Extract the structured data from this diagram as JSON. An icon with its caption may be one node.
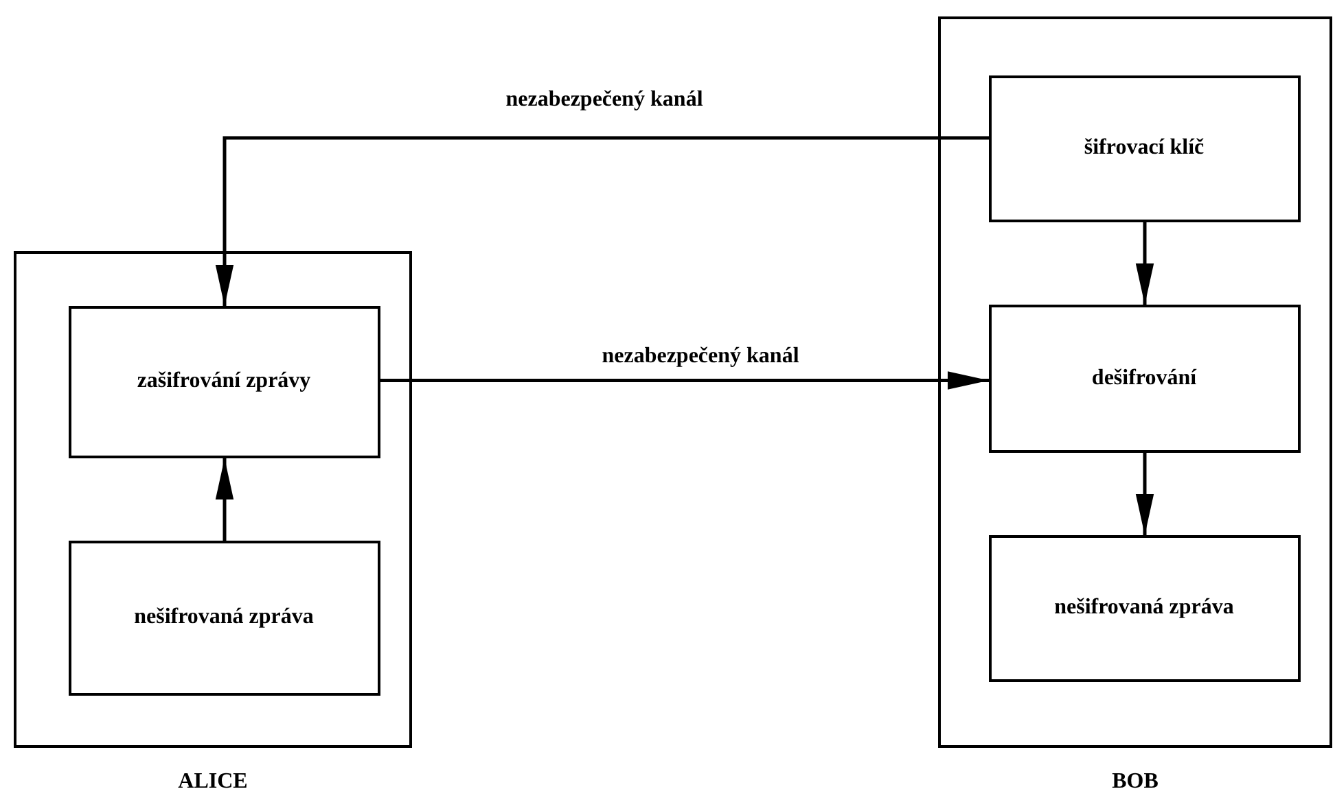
{
  "diagram": {
    "nodes": [
      {
        "text": [
          "ALICE"
        ]
      },
      {
        "text": [
          "zašifrování zprávy"
        ],
        "in": 0
      },
      {
        "text": [
          "nešifrovaná zpráva"
        ],
        "in": 0
      },
      {
        "text": [
          "BOB"
        ]
      },
      {
        "text": [
          "šifrovací klíč"
        ],
        "in": 3
      },
      {
        "text": [
          "dešifrování"
        ],
        "in": 3
      },
      {
        "text": [
          "nešifrovaná zpráva"
        ],
        "in": 3
      }
    ],
    "edges": [
      {
        "from": 4,
        "to": 1,
        "arrow": "to",
        "label": "nezabezpečený kanál"
      },
      {
        "from": 1,
        "to": 5,
        "arrow": "to",
        "label": "nezabezpečený kanál"
      },
      {
        "from": 4,
        "to": 5,
        "arrow": "to"
      },
      {
        "from": 5,
        "to": 6,
        "arrow": "to"
      },
      {
        "from": 2,
        "to": 1,
        "arrow": "to"
      }
    ]
  }
}
